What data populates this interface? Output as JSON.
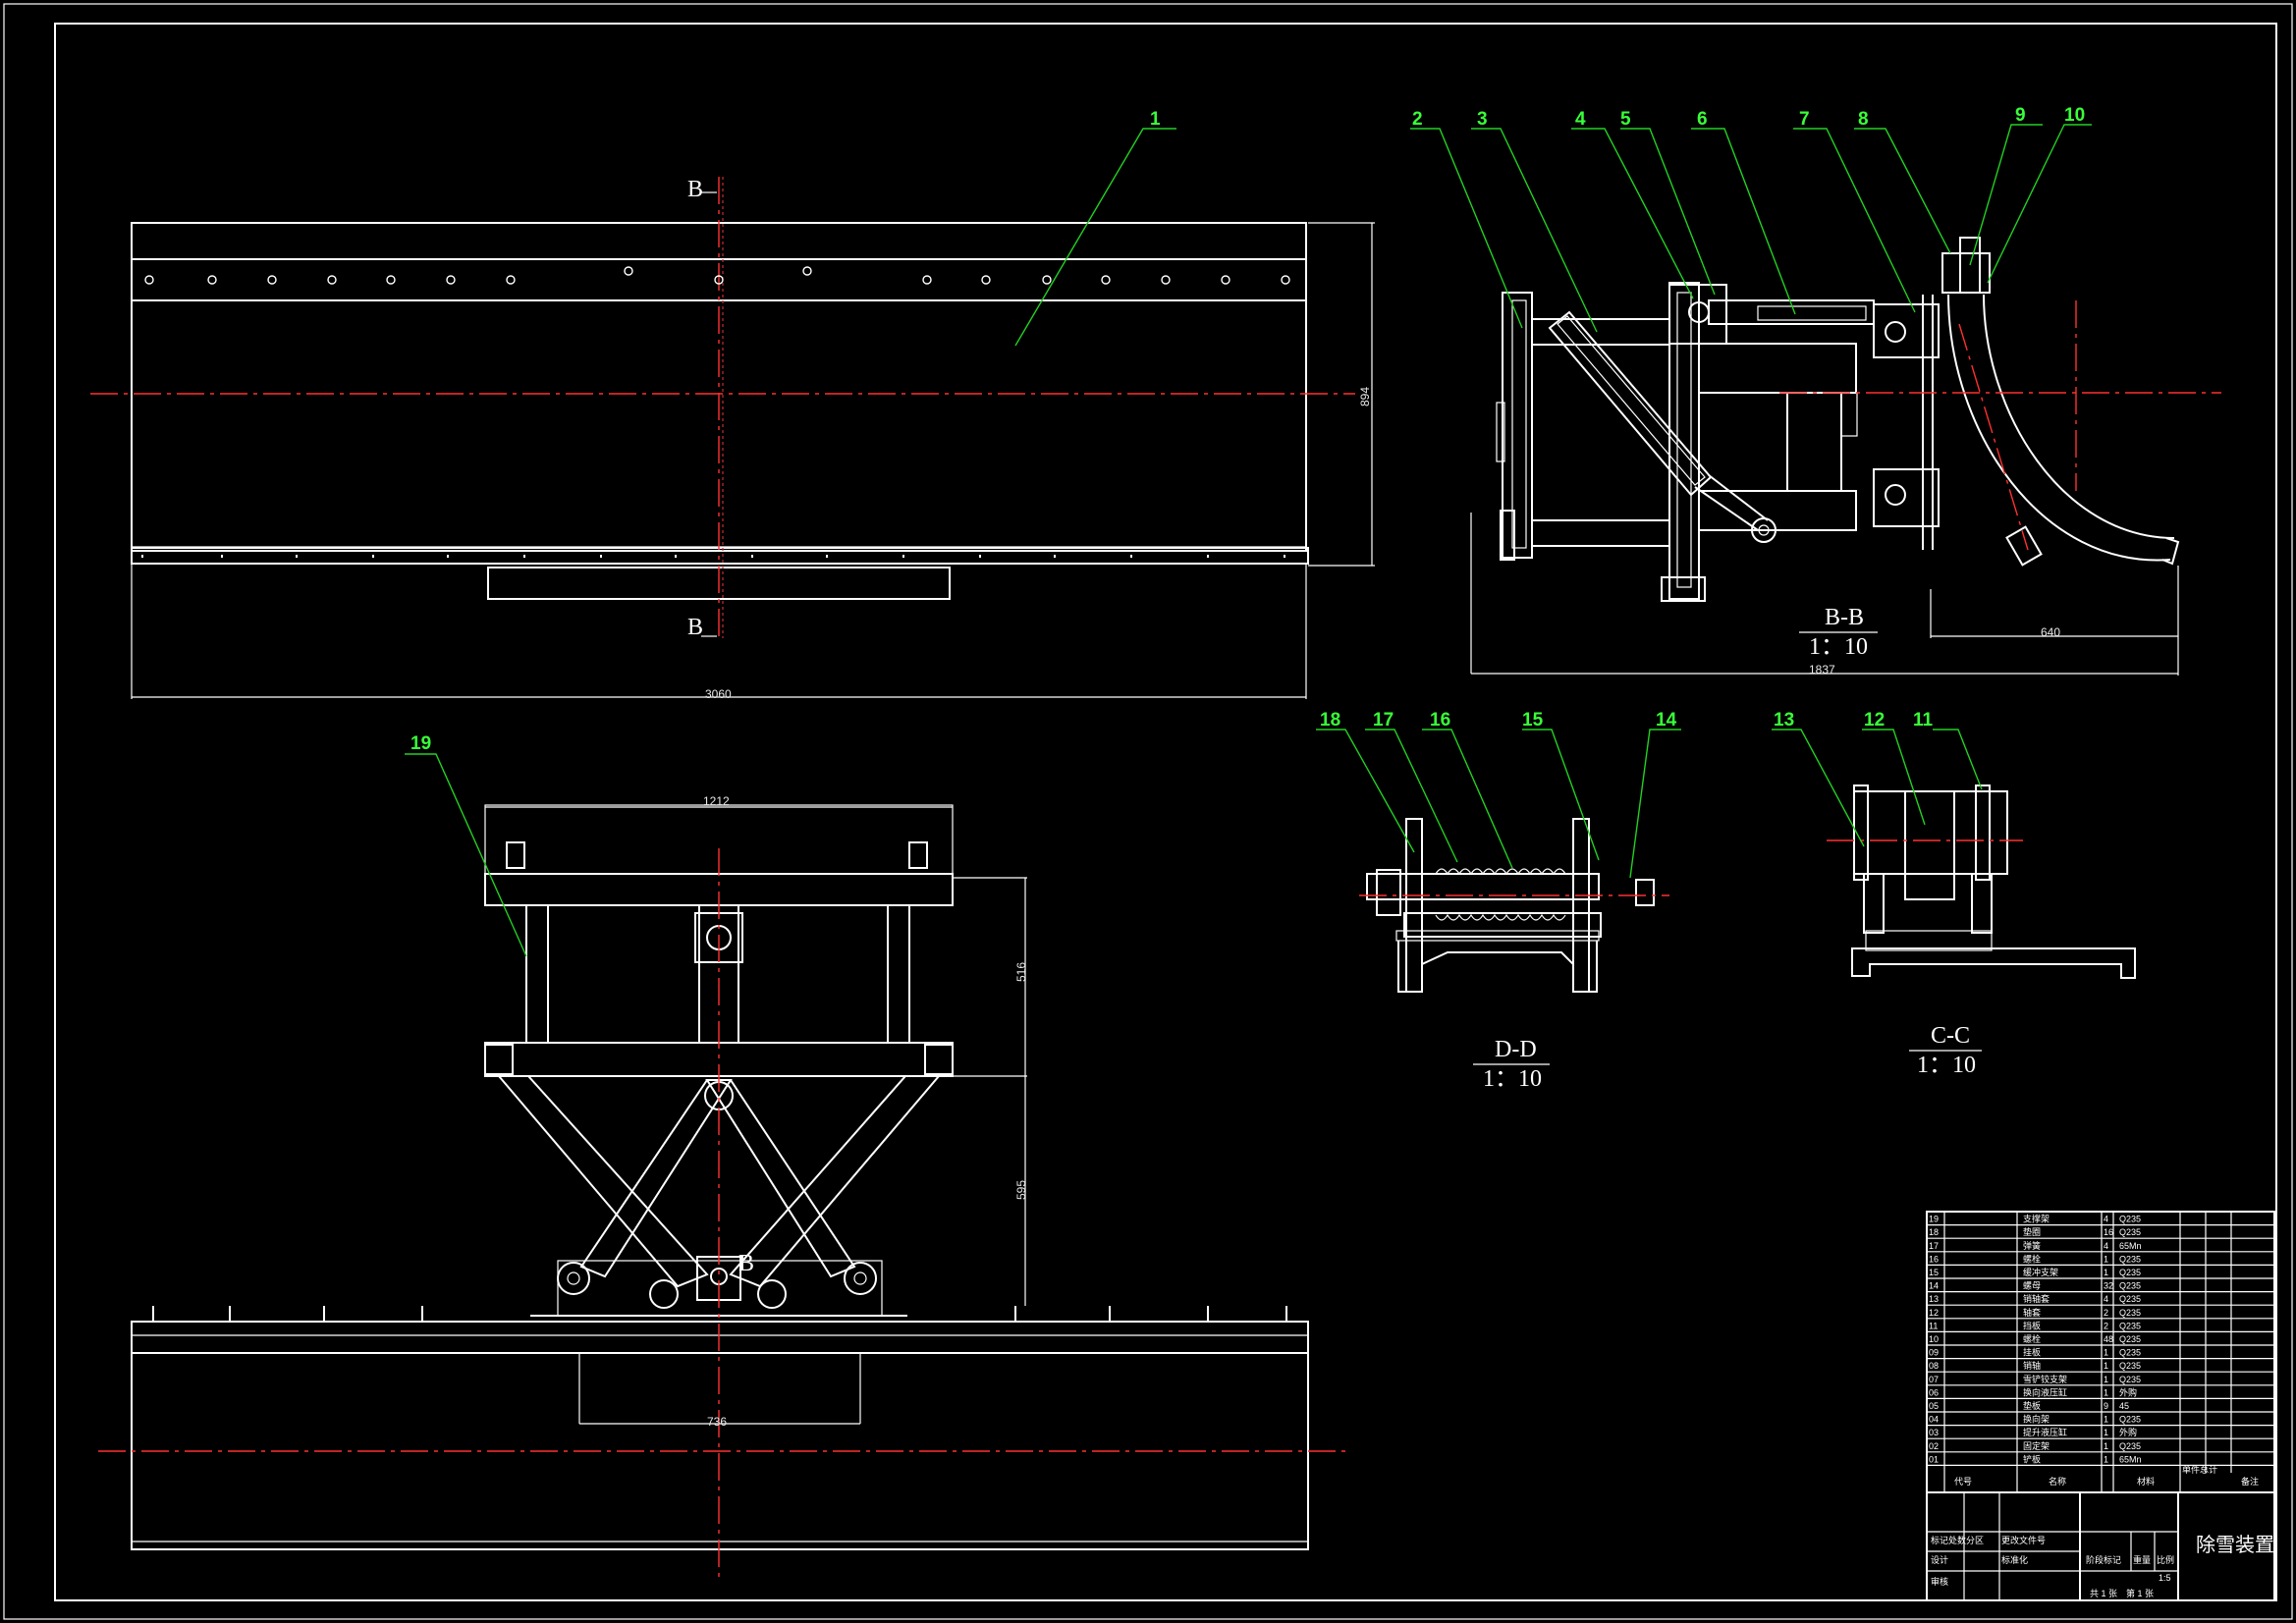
{
  "drawing": {
    "title": "除雪装置",
    "section_labels": [
      {
        "id": "bb",
        "name": "B-B",
        "scale": "1：10"
      },
      {
        "id": "dd",
        "name": "D-D",
        "scale": "1：10"
      },
      {
        "id": "cc",
        "name": "C-C",
        "scale": "1：10"
      }
    ],
    "cut_marks": [
      "B",
      "B",
      "B"
    ],
    "dimensions": {
      "top_width": "3060",
      "top_height": "894",
      "bb_total": "1837",
      "bb_blade": "640",
      "front_width": "1212",
      "front_upper": "516",
      "front_lower": "595",
      "front_base": "736"
    },
    "balloons": [
      "1",
      "2",
      "3",
      "4",
      "5",
      "6",
      "7",
      "8",
      "9",
      "10",
      "11",
      "12",
      "13",
      "14",
      "15",
      "16",
      "17",
      "18",
      "19"
    ]
  },
  "bom": {
    "rows": [
      {
        "no": "19",
        "name": "支撑架",
        "qty": "4",
        "material": "Q235"
      },
      {
        "no": "18",
        "name": "垫圈",
        "qty": "16",
        "material": "Q235"
      },
      {
        "no": "17",
        "name": "弹簧",
        "qty": "4",
        "material": "65Mn"
      },
      {
        "no": "16",
        "name": "螺栓",
        "qty": "1",
        "material": "Q235"
      },
      {
        "no": "15",
        "name": "缓冲支架",
        "qty": "1",
        "material": "Q235"
      },
      {
        "no": "14",
        "name": "螺母",
        "qty": "32",
        "material": "Q235"
      },
      {
        "no": "13",
        "name": "销轴套",
        "qty": "4",
        "material": "Q235"
      },
      {
        "no": "12",
        "name": "轴套",
        "qty": "2",
        "material": "Q235"
      },
      {
        "no": "11",
        "name": "挡板",
        "qty": "2",
        "material": "Q235"
      },
      {
        "no": "10",
        "name": "螺栓",
        "qty": "48",
        "material": "Q235"
      },
      {
        "no": "09",
        "name": "挂板",
        "qty": "1",
        "material": "Q235"
      },
      {
        "no": "08",
        "name": "销轴",
        "qty": "1",
        "material": "Q235"
      },
      {
        "no": "07",
        "name": "雪铲铰支架",
        "qty": "1",
        "material": "Q235"
      },
      {
        "no": "06",
        "name": "换向液压缸",
        "qty": "1",
        "material": "外购"
      },
      {
        "no": "05",
        "name": "垫板",
        "qty": "9",
        "material": "45"
      },
      {
        "no": "04",
        "name": "换向架",
        "qty": "1",
        "material": "Q235"
      },
      {
        "no": "03",
        "name": "提升液压缸",
        "qty": "1",
        "material": "外购"
      },
      {
        "no": "02",
        "name": "固定架",
        "qty": "1",
        "material": "Q235"
      },
      {
        "no": "01",
        "name": "铲板",
        "qty": "1",
        "material": "65Mn"
      }
    ],
    "headers": [
      "代号",
      "名称",
      "材料",
      "备注"
    ],
    "header_extra": "单件总计"
  },
  "title_block": {
    "left": [
      "标记处数分区",
      "设计",
      "审核"
    ],
    "mid": [
      "阶段标记",
      "重量",
      "比例"
    ],
    "scale": "1:5",
    "sheets": "共 1 张　第 1 张",
    "misc": [
      "更改文件号",
      "标准化"
    ]
  }
}
